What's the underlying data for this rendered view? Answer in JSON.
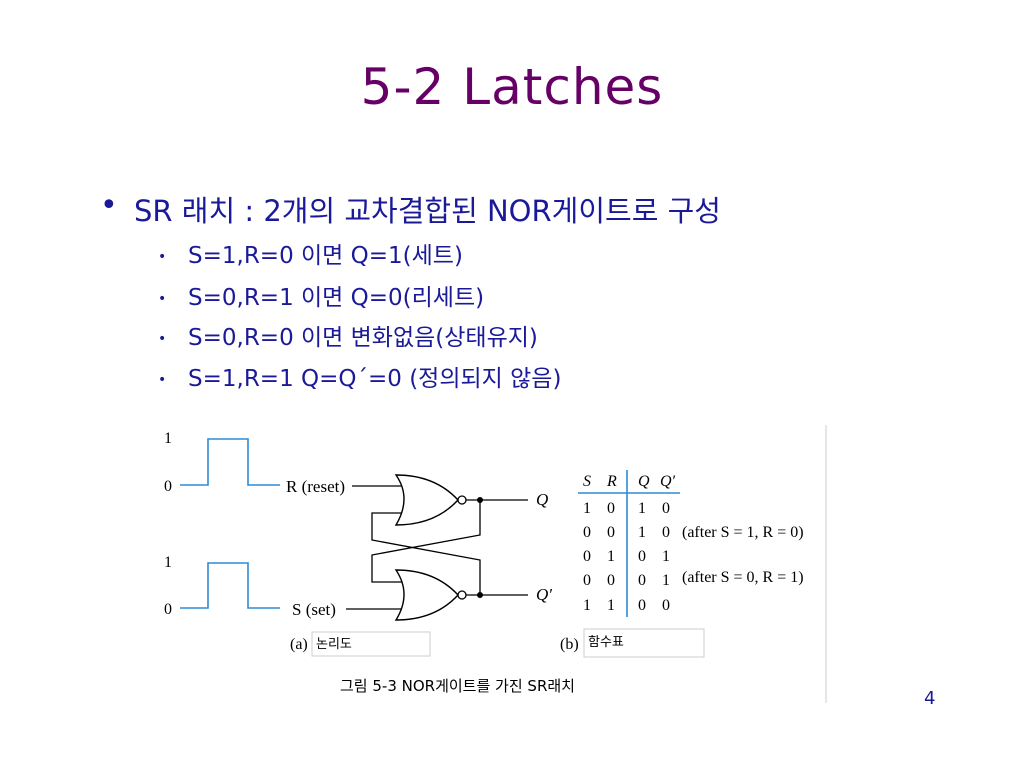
{
  "slide": {
    "title": "5-2 Latches",
    "bullet_main": "SR 래치 : 2개의 교차결합된 NOR게이트로 구성",
    "sub_bullets": [
      "S=1,R=0 이면 Q=1(세트)",
      "S=0,R=1 이면 Q=0(리세트)",
      "S=0,R=0 이면 변화없음(상태유지)",
      "S=1,R=1 Q=Q´=0 (정의되지 않음)"
    ],
    "page_number": "4"
  },
  "figure": {
    "wave_high_label": "1",
    "wave_low_label": "0",
    "reset_label": "R (reset)",
    "set_label": "S (set)",
    "q_label": "Q",
    "qbar_label": "Q′",
    "caption_a_prefix": "(a)",
    "caption_a_text": "논리도",
    "caption_b_prefix": "(b)",
    "caption_b_text": "함수표",
    "figure_caption": "그림 5-3  NOR게이트를 가진 SR래치",
    "table": {
      "headers": [
        "S",
        "R",
        "Q",
        "Q′"
      ],
      "rows": [
        [
          "1",
          "0",
          "1",
          "0"
        ],
        [
          "0",
          "0",
          "1",
          "0"
        ],
        [
          "0",
          "1",
          "0",
          "1"
        ],
        [
          "0",
          "0",
          "0",
          "1"
        ],
        [
          "1",
          "1",
          "0",
          "0"
        ]
      ],
      "notes": [
        "",
        "(after S = 1, R = 0)",
        "",
        "(after S = 0, R = 1)",
        ""
      ]
    }
  }
}
